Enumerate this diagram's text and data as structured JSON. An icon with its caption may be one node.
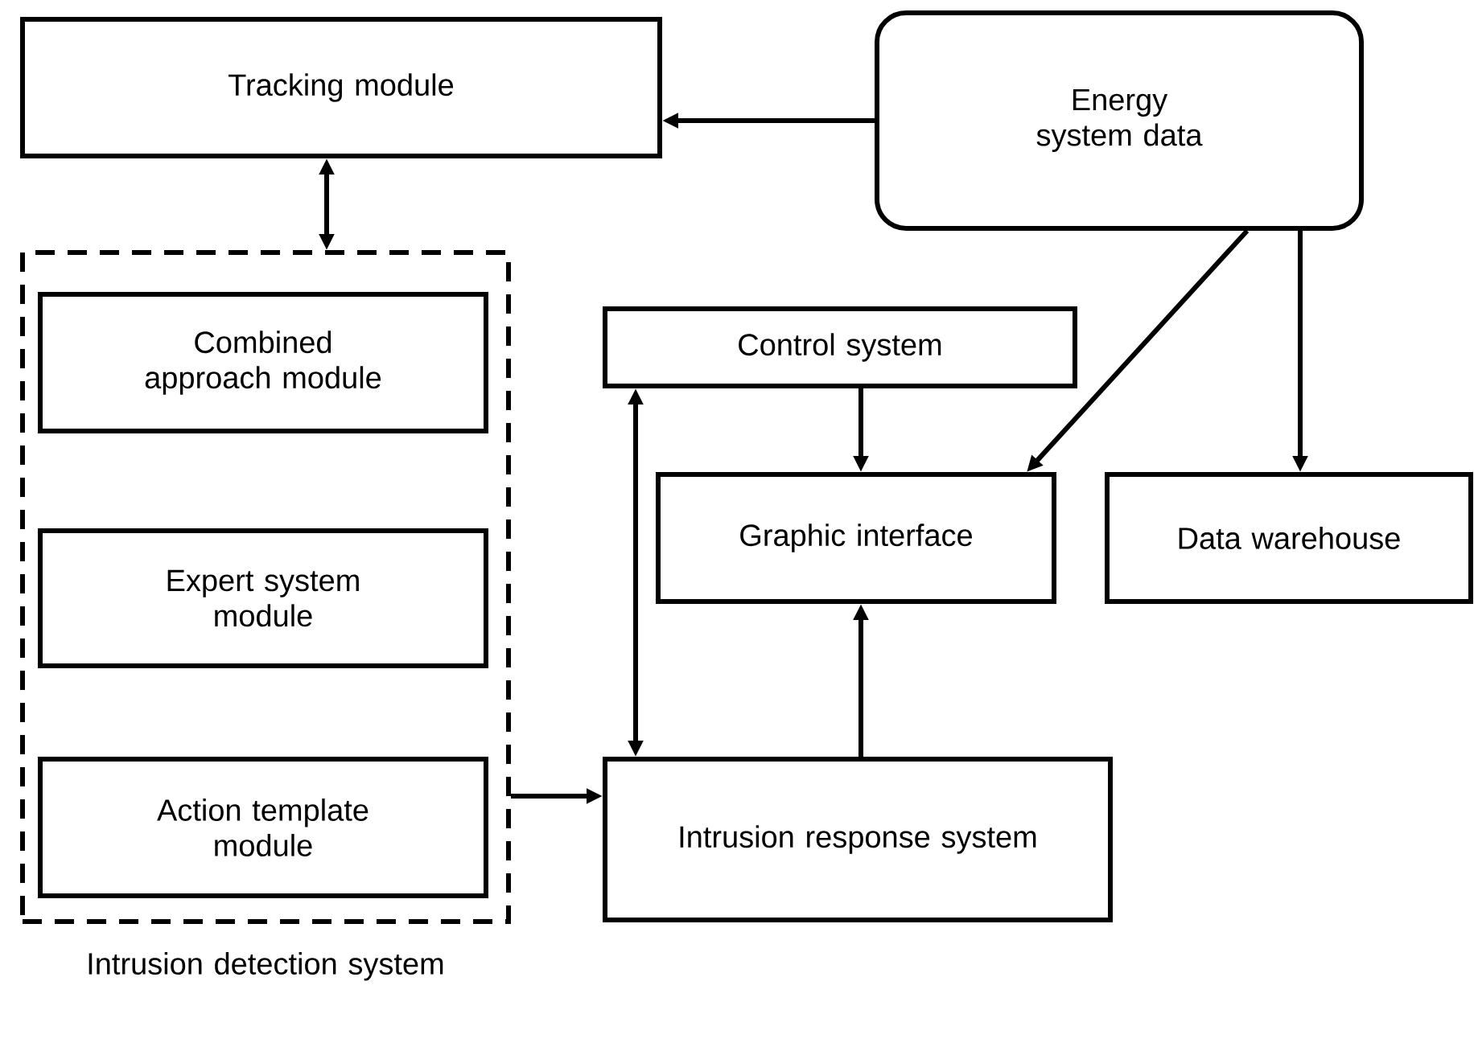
{
  "diagram": {
    "nodes": [
      {
        "text": [
          "Tracking module"
        ]
      },
      {
        "text": [
          "Energy system data"
        ]
      },
      {
        "text": [
          "Intrusion detection system"
        ]
      },
      {
        "text": [
          "Combined approach module"
        ],
        "in": 2
      },
      {
        "text": [
          "Expert system module"
        ],
        "in": 2
      },
      {
        "text": [
          "Action template module"
        ],
        "in": 2
      },
      {
        "text": [
          "Control system"
        ]
      },
      {
        "text": [
          "Graphic interface"
        ]
      },
      {
        "text": [
          "Data warehouse"
        ]
      },
      {
        "text": [
          "Intrusion response system"
        ]
      }
    ],
    "edges": [
      {
        "from": 1,
        "to": 0,
        "arrow": "to"
      },
      {
        "from": 0,
        "to": 2,
        "arrow": "both"
      },
      {
        "from": 1,
        "to": 7,
        "arrow": "to"
      },
      {
        "from": 1,
        "to": 8,
        "arrow": "to"
      },
      {
        "from": 6,
        "to": 7,
        "arrow": "to"
      },
      {
        "from": 9,
        "to": 7,
        "arrow": "to"
      },
      {
        "from": 6,
        "to": 9,
        "arrow": "both"
      },
      {
        "from": 2,
        "to": 9,
        "arrow": "to"
      }
    ]
  }
}
